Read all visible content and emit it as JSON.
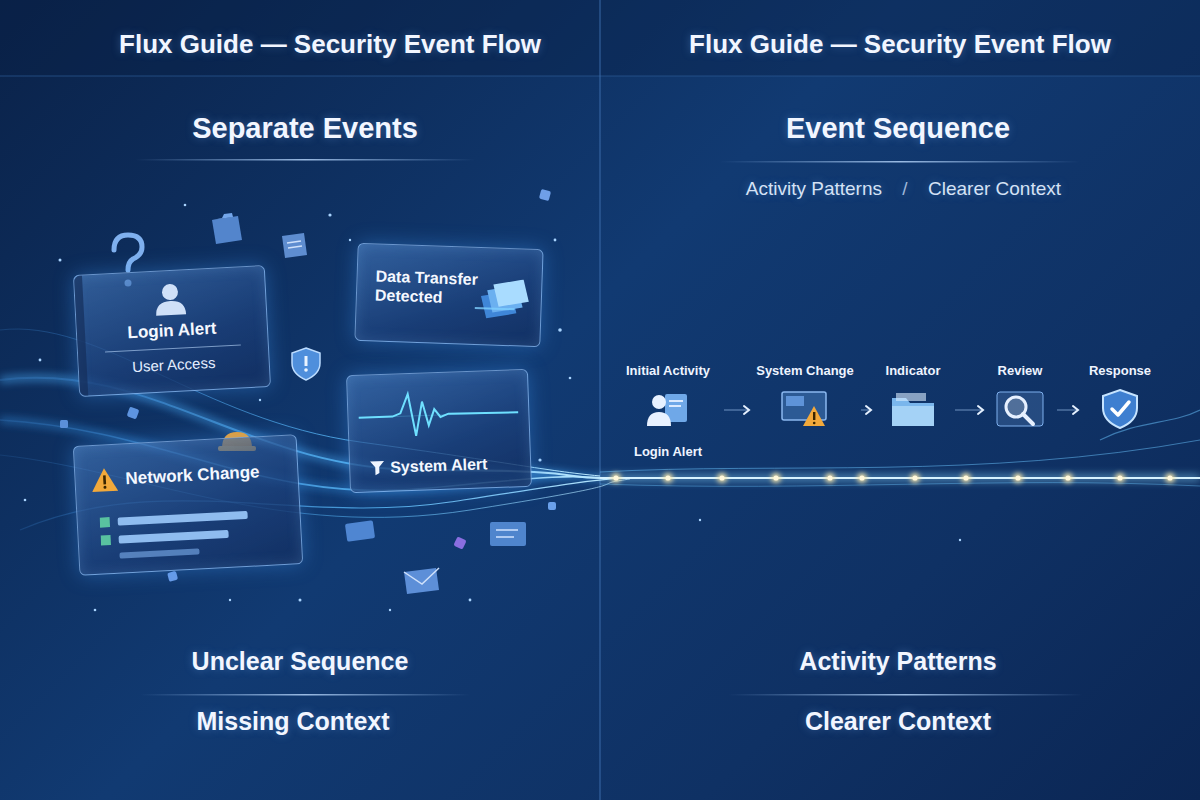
{
  "diagram": {
    "title": "Flux Guide — Security Event Flow",
    "nodes": [
      {
        "text": [
          "Login Alert",
          "User Access"
        ]
      },
      {
        "text": [
          "Data Transfer Detected"
        ]
      },
      {
        "text": [
          "System Alert"
        ]
      },
      {
        "text": [
          "Network Change"
        ]
      },
      {
        "text": [
          "Initial Activity",
          "Login Alert"
        ]
      },
      {
        "text": [
          "System Change"
        ]
      },
      {
        "text": [
          "Indicator"
        ]
      },
      {
        "text": [
          "Review"
        ]
      },
      {
        "text": [
          "Response"
        ]
      }
    ],
    "edges": [
      {
        "from": 4,
        "to": 5,
        "arrow": "to"
      },
      {
        "from": 5,
        "to": 6,
        "arrow": "to"
      },
      {
        "from": 6,
        "to": 7,
        "arrow": "to"
      },
      {
        "from": 7,
        "to": 8,
        "arrow": "to"
      }
    ],
    "labels": [
      "Flux Guide — Security Event Flow",
      "Separate Events",
      "Event Sequence",
      "Activity Patterns",
      "/",
      "Clearer Context",
      "Unclear Sequence",
      "Missing Context",
      "Activity Patterns",
      "Clearer Context"
    ]
  }
}
